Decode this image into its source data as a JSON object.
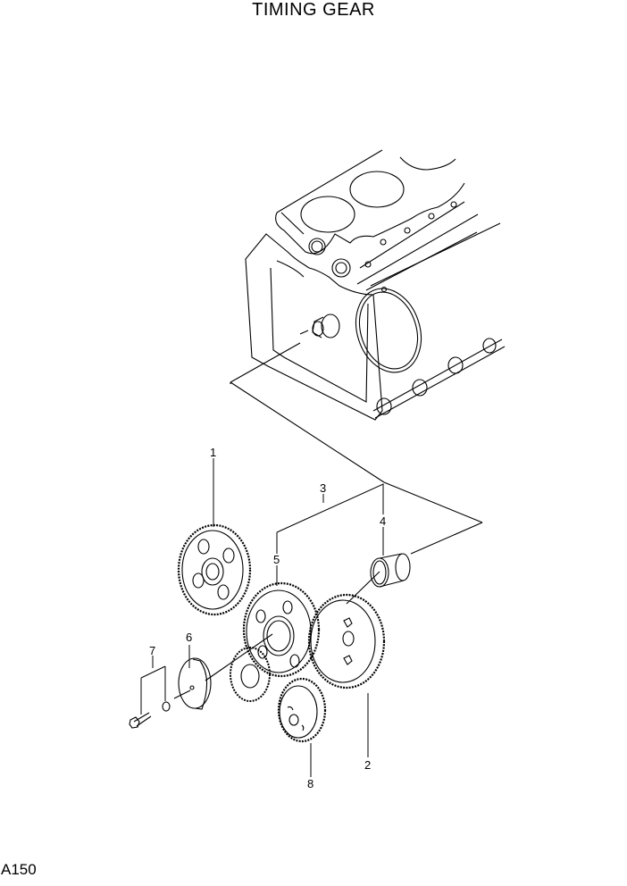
{
  "title": "TIMING GEAR",
  "page_code": "A150",
  "callouts": [
    {
      "id": "1",
      "label": "1",
      "part": "gear-large-upper-left"
    },
    {
      "id": "2",
      "label": "2",
      "part": "gear-large-right"
    },
    {
      "id": "3",
      "label": "3",
      "part": "idler-assembly-group"
    },
    {
      "id": "4",
      "label": "4",
      "part": "bushing"
    },
    {
      "id": "5",
      "label": "5",
      "part": "idler-gear-center"
    },
    {
      "id": "6",
      "label": "6",
      "part": "thrust-plate"
    },
    {
      "id": "7",
      "label": "7",
      "part": "bolt-and-washer-group"
    },
    {
      "id": "8",
      "label": "8",
      "part": "gear-small-bottom"
    }
  ],
  "colors": {
    "line": "#000000",
    "background": "#ffffff"
  }
}
